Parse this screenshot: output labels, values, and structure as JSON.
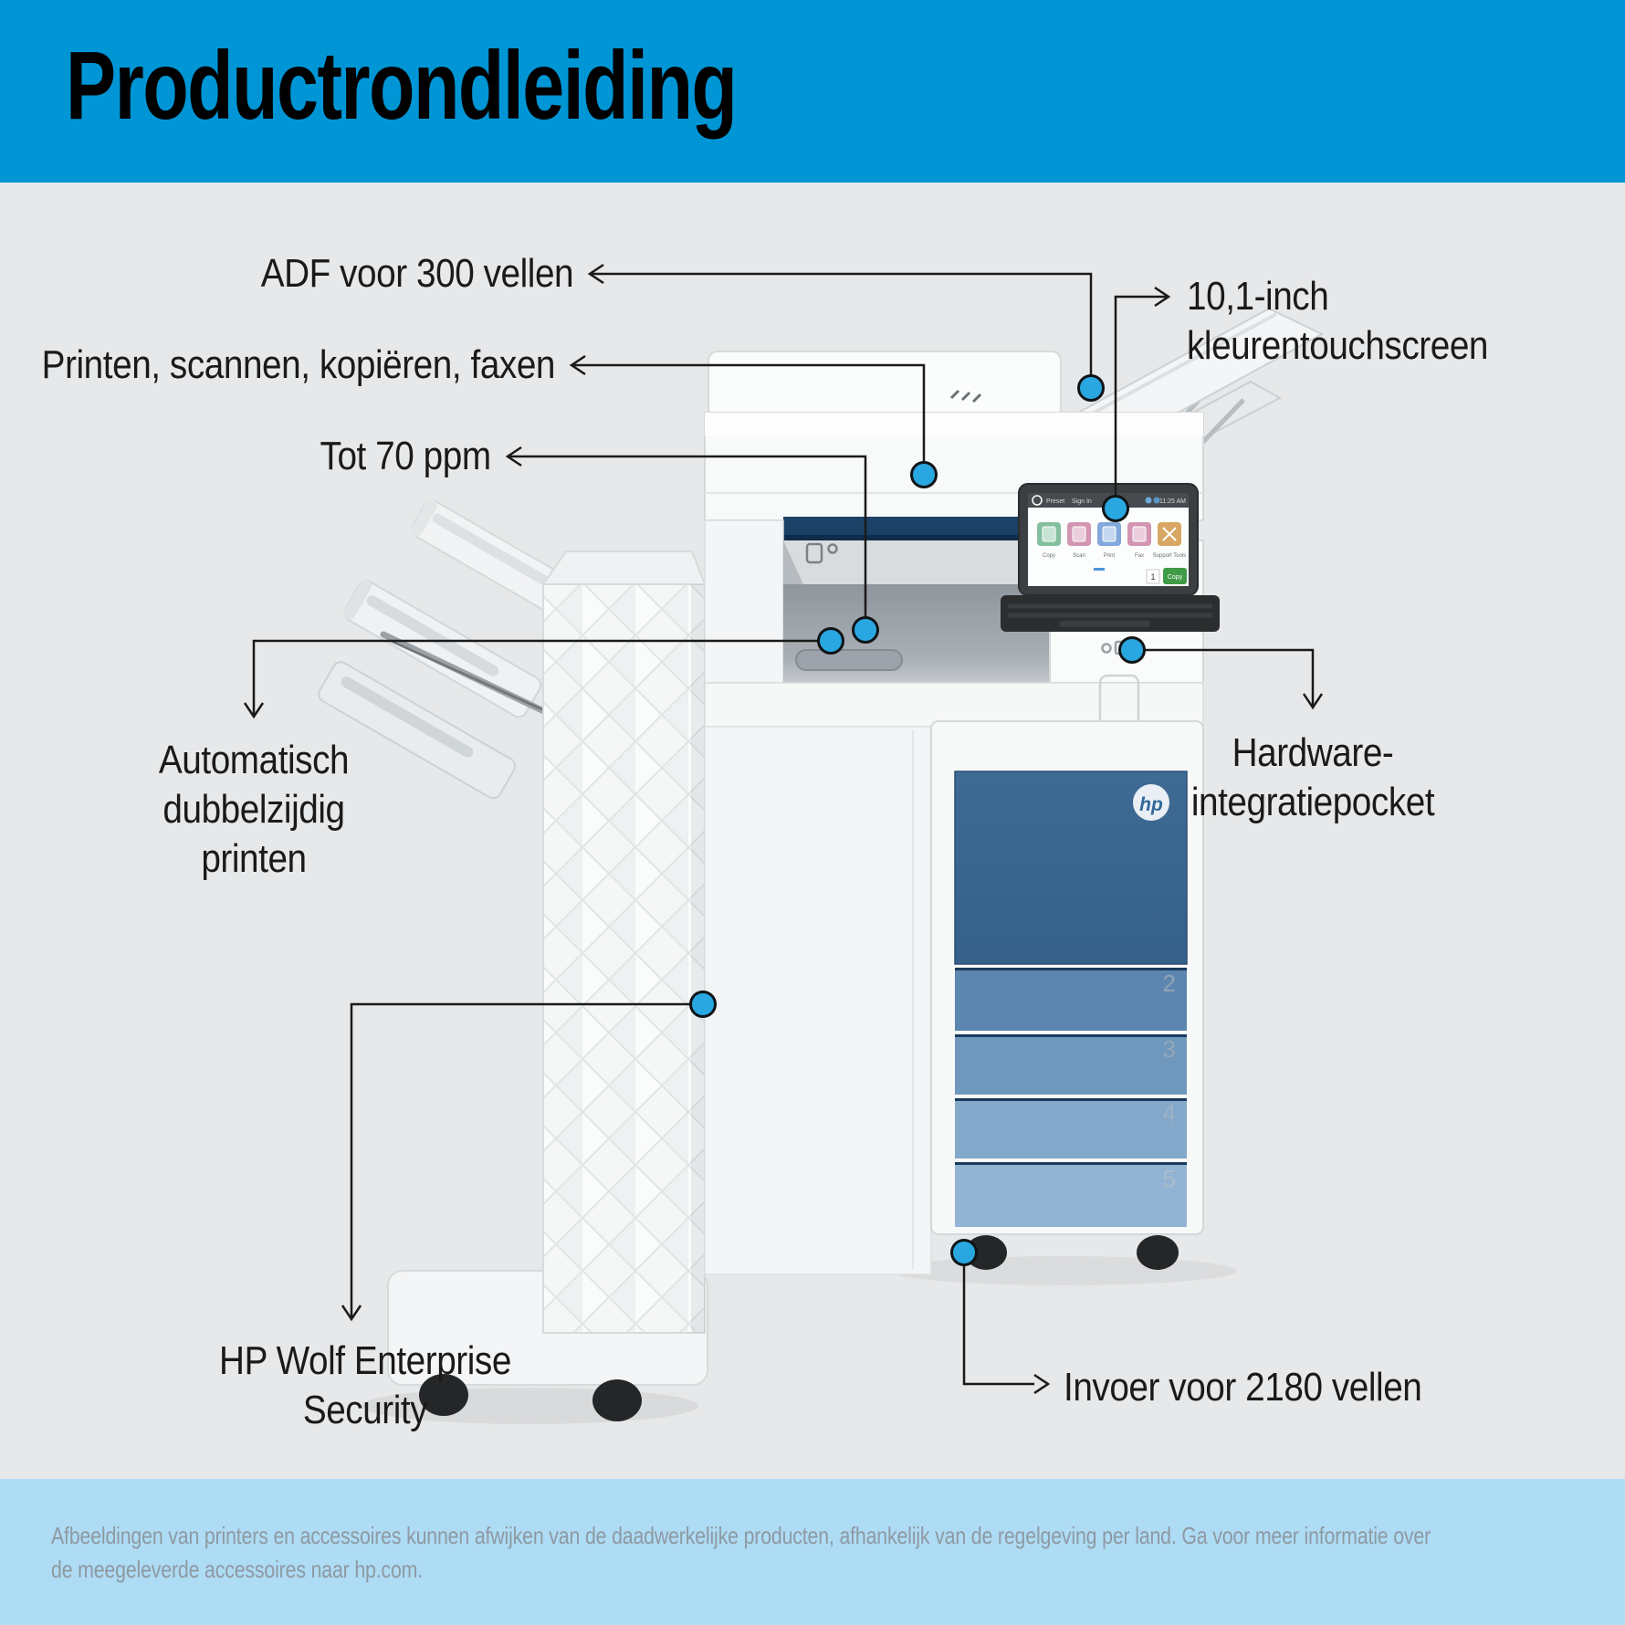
{
  "header": {
    "title": "Productrondleiding"
  },
  "callouts": {
    "adf": {
      "text": "ADF voor 300 vellen"
    },
    "touchscreen": {
      "line1": "10,1-inch",
      "line2": "kleurentouchscreen"
    },
    "functions": {
      "text": "Printen, scannen, kopiëren, faxen"
    },
    "speed": {
      "text": "Tot 70 ppm"
    },
    "duplex": {
      "line1": "Automatisch",
      "line2": "dubbelzijdig",
      "line3": "printen"
    },
    "hip": {
      "line1": "Hardware-",
      "line2": "integratiepocket"
    },
    "security": {
      "line1": "HP Wolf Enterprise",
      "line2": "Security"
    },
    "input": {
      "text": "Invoer voor 2180 vellen"
    }
  },
  "printer": {
    "hp_logo": "hp",
    "tray_numbers": [
      "2",
      "3",
      "4",
      "5"
    ],
    "screen": {
      "menu_left": "Preset",
      "menu_right": "Sign In",
      "time": "11:25 AM",
      "tiles": [
        "Copy",
        "Scan",
        "Print",
        "Fax",
        "Support Tools"
      ],
      "copies": "1",
      "start_button": "Copy"
    }
  },
  "footer": {
    "line1": "Afbeeldingen van printers en accessoires kunnen afwijken van de daadwerkelijke producten, afhankelijk van de regelgeving per land. Ga voor meer informatie over",
    "line2": "de meegeleverde accessoires naar hp.com."
  },
  "colors": {
    "header_bg": "#0096D6",
    "canvas_bg": "#E7E8E9",
    "footer_bg": "#AEDCF4",
    "dot_fill": "#29A7E0",
    "line": "#1A1A1A",
    "label_text": "#1A1A1A",
    "footer_text": "#8E99A3",
    "door_blue": "#3B6590",
    "tray2_blue": "#5C86AF",
    "tray3_blue": "#7098BD",
    "tray4_blue": "#84A8CA",
    "tray5_blue": "#92B3D4",
    "slot_navy": "#1C4166"
  }
}
